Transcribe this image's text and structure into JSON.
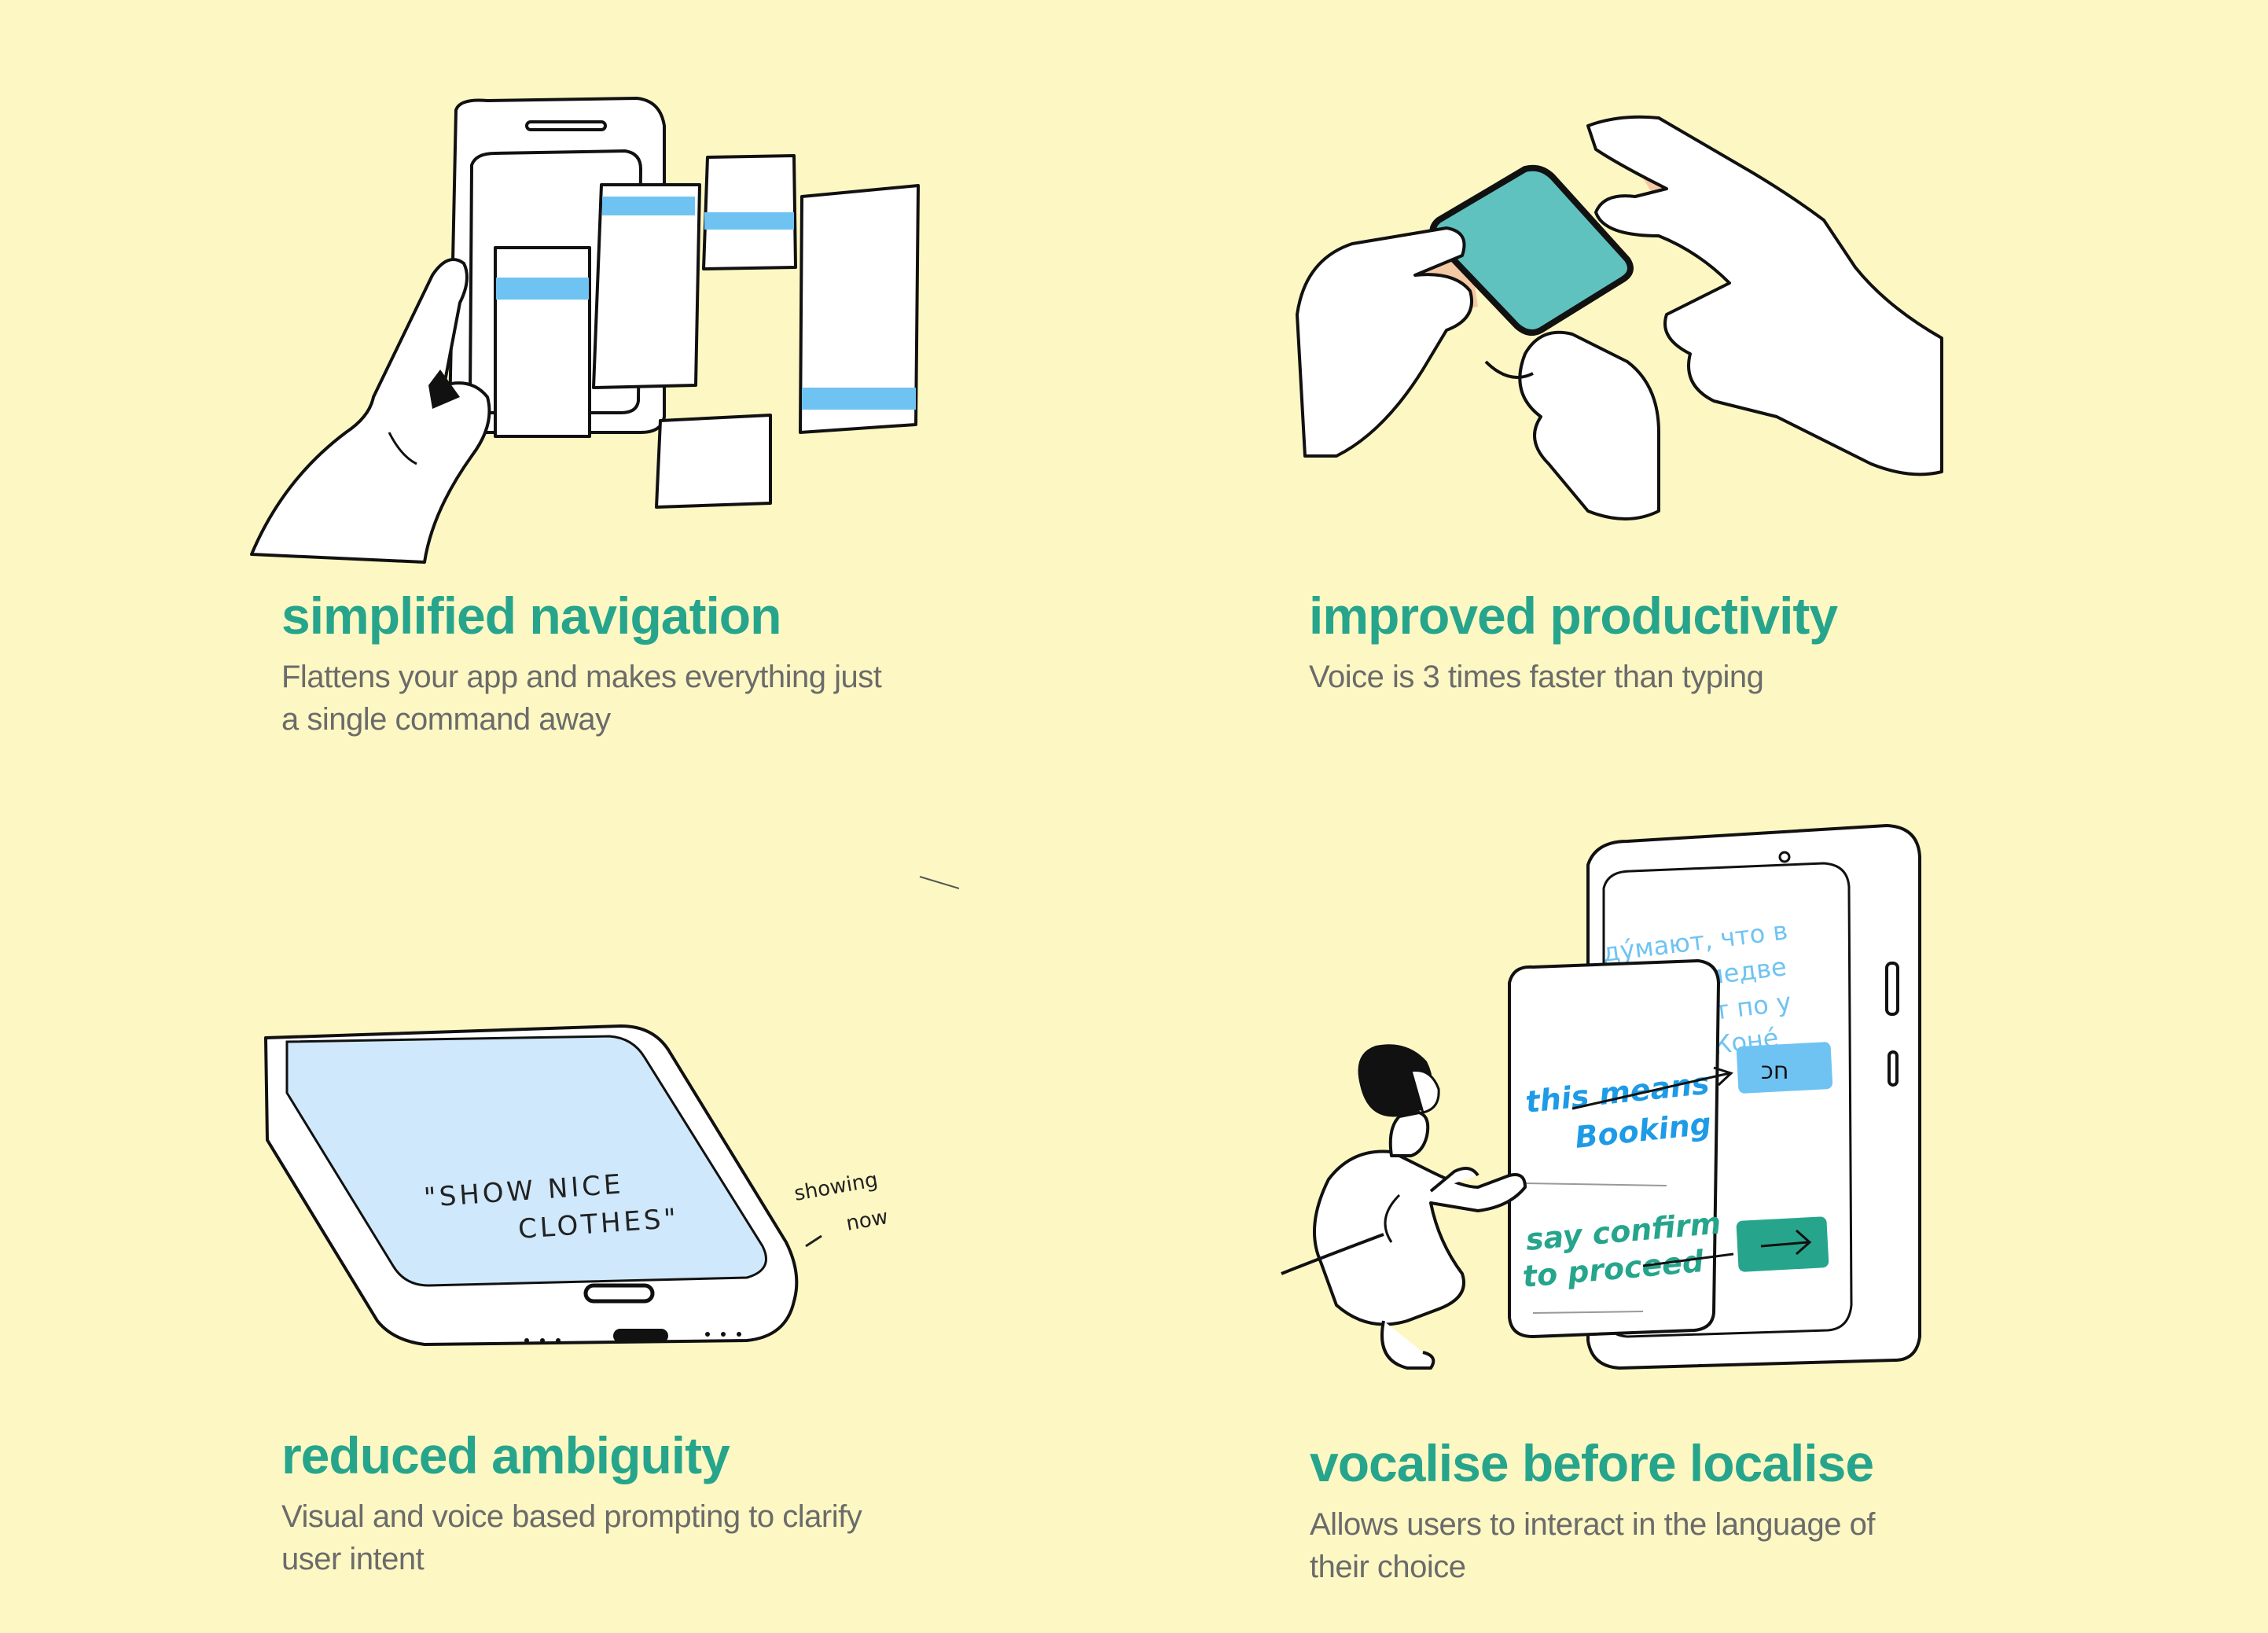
{
  "cards": [
    {
      "title": "simplified navigation",
      "description": "Flattens your app and makes everything just a single command away"
    },
    {
      "title": "improved productivity",
      "description": "Voice is 3 times faster than typing"
    },
    {
      "title": "reduced ambiguity",
      "description": "Visual and voice based prompting to clarify user intent"
    },
    {
      "title": "vocalise before localise",
      "description": "Allows users to interact in the language of their choice"
    }
  ],
  "illustrations": {
    "ambiguity": {
      "phone_line1": "\"SHOW NICE",
      "phone_line2": "CLOTHES\"",
      "note_line1": "showing",
      "note_line2": "now"
    },
    "localise": {
      "screen_lines": [
        "дýмают, что в",
        "России медве",
        "ди хóдят по у",
        "лицам. Конé"
      ],
      "hebrew_button": "חכ",
      "card_line1": "this means",
      "card_line2": "Booking",
      "card_line3": "say confirm",
      "card_line4": "to proceed"
    }
  },
  "colors": {
    "background": "#fdf8c3",
    "title": "#26a58c",
    "description": "#6b6b6b",
    "accent_blue": "#6fc3f2",
    "accent_teal": "#26a58c",
    "phone_screen_teal": "#5fc2be",
    "skin_tone": "#f5c9a3",
    "light_blue_screen": "#cfe8fb"
  }
}
